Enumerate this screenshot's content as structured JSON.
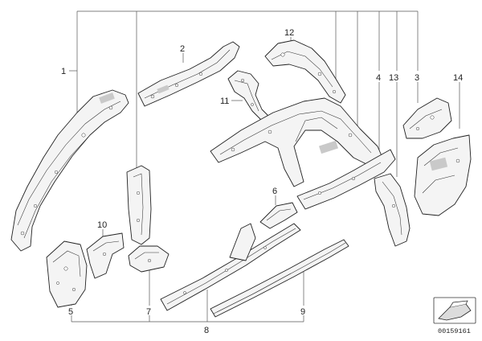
{
  "callouts": [
    {
      "id": "1",
      "label": "1"
    },
    {
      "id": "2",
      "label": "2"
    },
    {
      "id": "12",
      "label": "12"
    },
    {
      "id": "11",
      "label": "11"
    },
    {
      "id": "4",
      "label": "4"
    },
    {
      "id": "13",
      "label": "13"
    },
    {
      "id": "3",
      "label": "3"
    },
    {
      "id": "14",
      "label": "14"
    },
    {
      "id": "6",
      "label": "6"
    },
    {
      "id": "10",
      "label": "10"
    },
    {
      "id": "5",
      "label": "5"
    },
    {
      "id": "7",
      "label": "7"
    },
    {
      "id": "9",
      "label": "9"
    },
    {
      "id": "8",
      "label": "8"
    }
  ],
  "reference_number": "00159161",
  "icon": "sheet-metal-part-icon"
}
